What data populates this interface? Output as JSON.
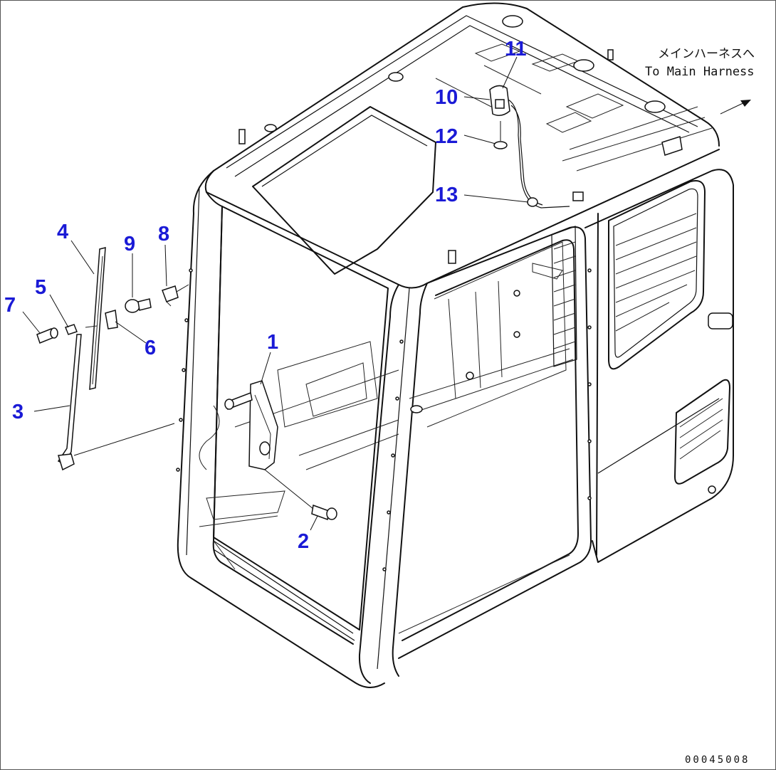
{
  "diagram": {
    "note_jp": "メインハーネスへ",
    "note_en": "To Main Harness",
    "drawing_code": "00045008",
    "callouts": [
      "1",
      "2",
      "3",
      "4",
      "5",
      "6",
      "7",
      "8",
      "9",
      "10",
      "11",
      "12",
      "13"
    ]
  }
}
